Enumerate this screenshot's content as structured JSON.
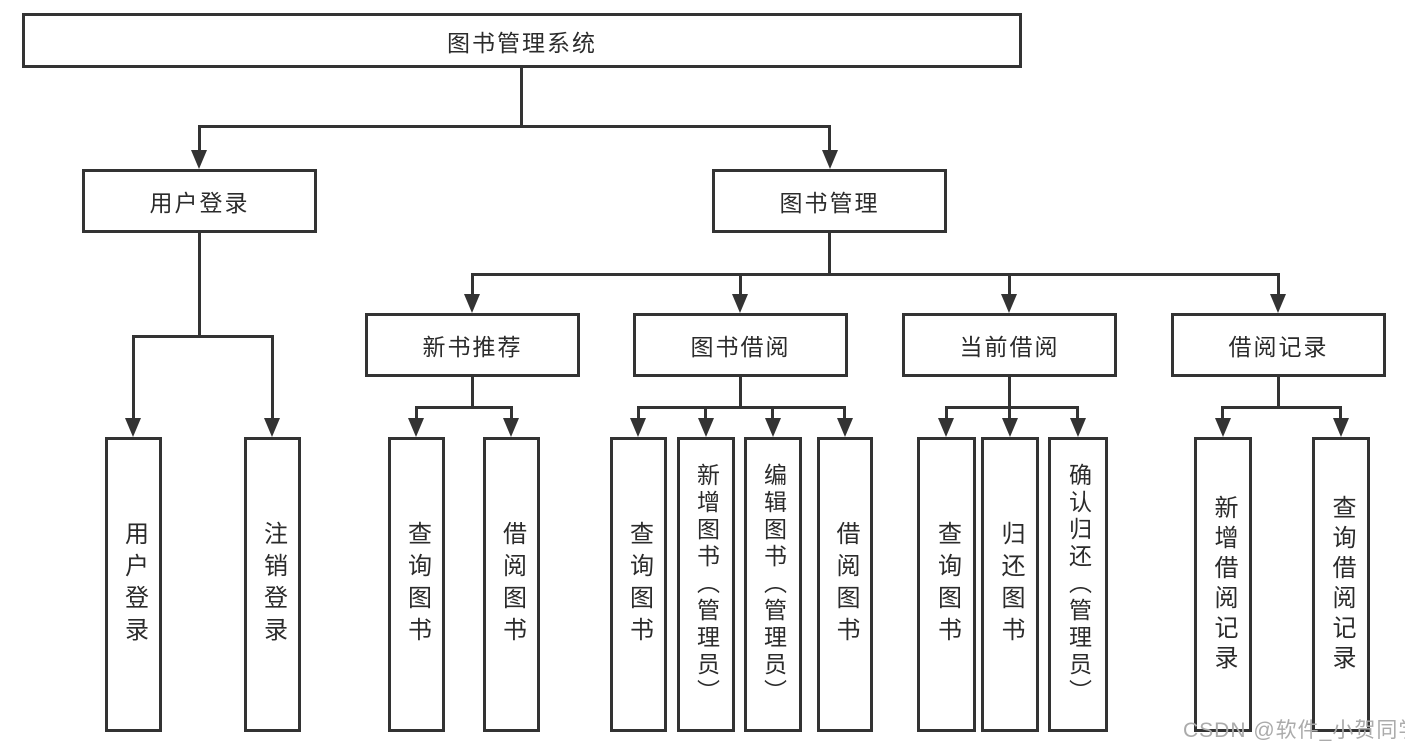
{
  "diagram": {
    "root": "图书管理系统",
    "level2": {
      "user_login": "用户登录",
      "book_management": "图书管理"
    },
    "level3": {
      "new_book_recommend": "新书推荐",
      "book_borrowing": "图书借阅",
      "current_borrowing": "当前借阅",
      "borrowing_records": "借阅记录"
    },
    "leaves": {
      "user_login": [
        "用户登录",
        "注销登录"
      ],
      "new_book_recommend": [
        "查询图书",
        "借阅图书"
      ],
      "book_borrowing": [
        "查询图书",
        "新增图书（管理员）",
        "编辑图书（管理员）",
        "借阅图书"
      ],
      "current_borrowing": [
        "查询图书",
        "归还图书",
        "确认归还（管理员）"
      ],
      "borrowing_records": [
        "新增借阅记录",
        "查询借阅记录"
      ]
    }
  },
  "watermark": {
    "text": "CSDN @软件_小贺同学"
  },
  "colors": {
    "line": "#333333",
    "text": "#2b2b2b",
    "background": "#ffffff",
    "watermark": "#ababab"
  }
}
